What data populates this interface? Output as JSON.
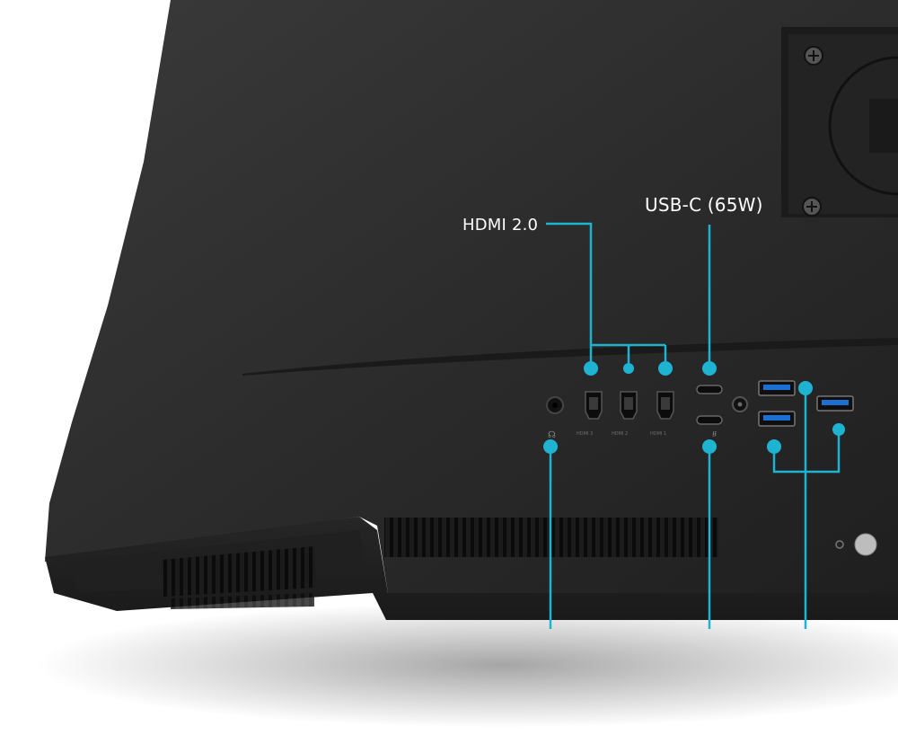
{
  "callouts": {
    "hdmi_label": "HDMI 2.0",
    "usbc_label": "USB-C (65W)"
  },
  "port_labels": {
    "hdmi_3": "HDMI 3",
    "hdmi_2": "HDMI 2",
    "hdmi_1": "HDMI 1"
  },
  "colors": {
    "accent": "#1fb3d2",
    "body": "#2a2a2a",
    "background": "#ffffff"
  }
}
